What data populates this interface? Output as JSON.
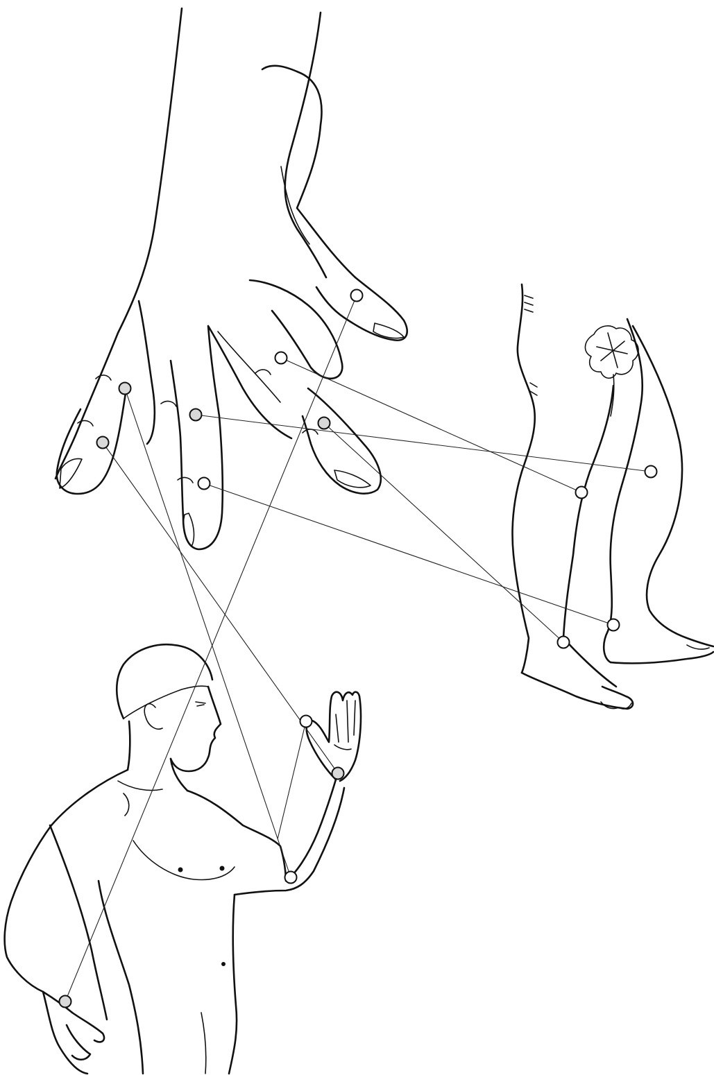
{
  "figure": {
    "background": "#ffffff",
    "line_color": "#111111",
    "point_fill": "#ffffff",
    "shaded_point_fill": "#d9d9d9",
    "parts": [
      "hand",
      "legs",
      "torso"
    ],
    "point_count": 15,
    "connection_count": 8
  }
}
